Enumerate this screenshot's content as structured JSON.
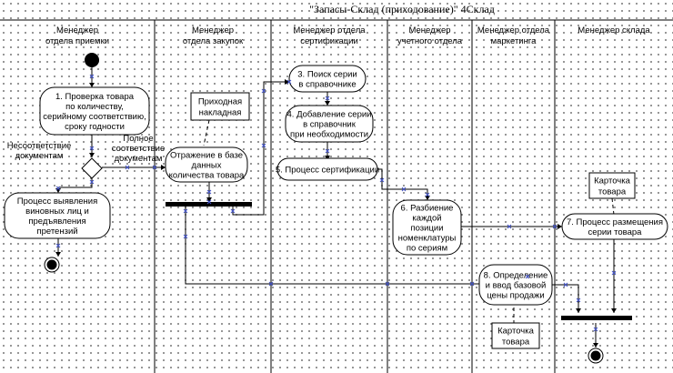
{
  "title": "\"Запасы-Склад (приходование)\"    4Склад",
  "lanes": [
    {
      "id": "l1",
      "lines": [
        "Менеджер",
        "отдела приемки"
      ]
    },
    {
      "id": "l2",
      "lines": [
        "Менеджер",
        "отдела закупок"
      ]
    },
    {
      "id": "l3",
      "lines": [
        "Менеджер отдела",
        "сертификации"
      ]
    },
    {
      "id": "l4",
      "lines": [
        "Менеджер",
        "учетного отдела"
      ]
    },
    {
      "id": "l5",
      "lines": [
        "Менеджер отдела",
        "маркетинга"
      ]
    },
    {
      "id": "l6",
      "lines": [
        "Менеджер склада"
      ]
    }
  ],
  "activities": [
    {
      "id": "a1",
      "lines": [
        "1. Проверка товара",
        "по количеству,",
        "серийному соответствию,",
        "сроку годности"
      ]
    },
    {
      "id": "a2",
      "lines": [
        "Процесс выявления",
        "виновных лиц и",
        "предъявления",
        "претензий"
      ]
    },
    {
      "id": "a3",
      "lines": [
        "Отражение в базе",
        "данных",
        "количества товара"
      ]
    },
    {
      "id": "a4",
      "lines": [
        "3. Поиск серии",
        "в справочнике"
      ]
    },
    {
      "id": "a5",
      "lines": [
        "4. Добавление серии",
        "в справочник",
        "при необходимости"
      ]
    },
    {
      "id": "a6",
      "lines": [
        "5. Процесс сертификации"
      ]
    },
    {
      "id": "a7",
      "lines": [
        "6. Разбиение",
        "каждой",
        "позиции",
        "номенклатуры",
        "по сериям"
      ]
    },
    {
      "id": "a8",
      "lines": [
        "7. Процесс размещения",
        "серии товара"
      ]
    },
    {
      "id": "a9",
      "lines": [
        "8. Определение",
        "и ввод базовой",
        "цены продажи"
      ]
    }
  ],
  "objects": [
    {
      "id": "o1",
      "lines": [
        "Приходная",
        "накладная"
      ]
    },
    {
      "id": "o2",
      "lines": [
        "Карточка",
        "товара"
      ]
    },
    {
      "id": "o3",
      "lines": [
        "Карточка",
        "товара"
      ]
    }
  ],
  "flow_labels": [
    {
      "id": "f1",
      "lines": [
        "Несоответствие",
        "документам"
      ]
    },
    {
      "id": "f2",
      "lines": [
        "Полное",
        "соответствие",
        "документам"
      ]
    }
  ]
}
